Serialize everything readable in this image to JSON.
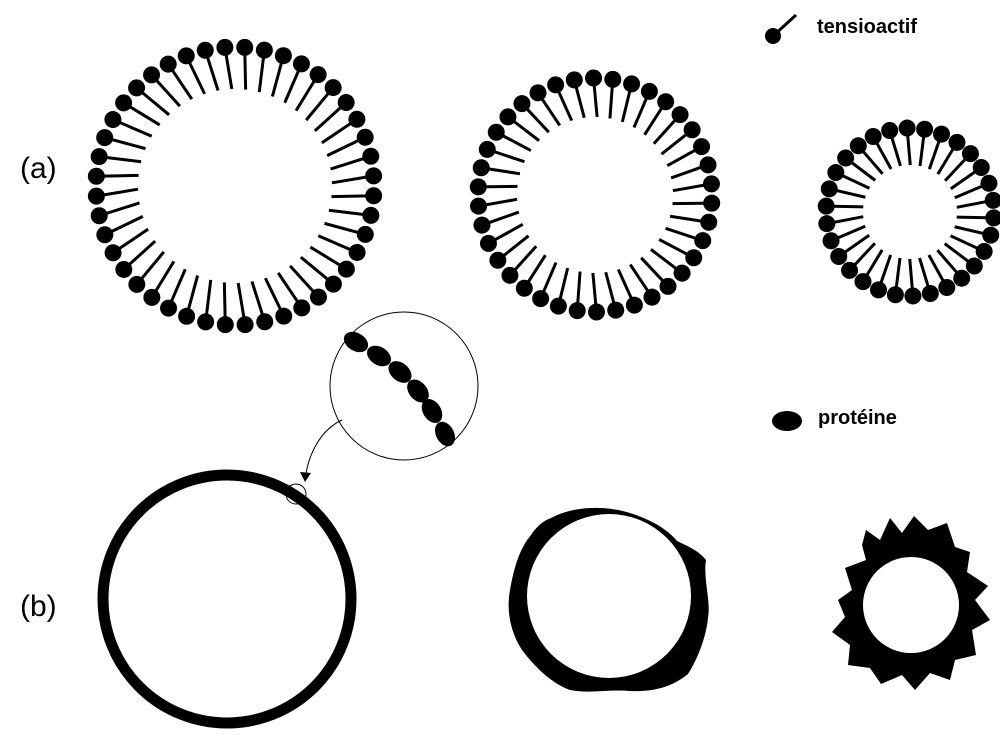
{
  "rows": {
    "a_label": "(a)",
    "b_label": "(b)"
  },
  "legend": {
    "surfactant_label": "tensioactif",
    "protein_label": "protéine"
  },
  "diagram": {
    "surfactant_bubbles": 3,
    "protein_bubbles": 3,
    "zoom_inset": "enlarged view of protein-coated bubble interface"
  },
  "colors": {
    "ink": "#000000",
    "background": "#ffffff"
  }
}
